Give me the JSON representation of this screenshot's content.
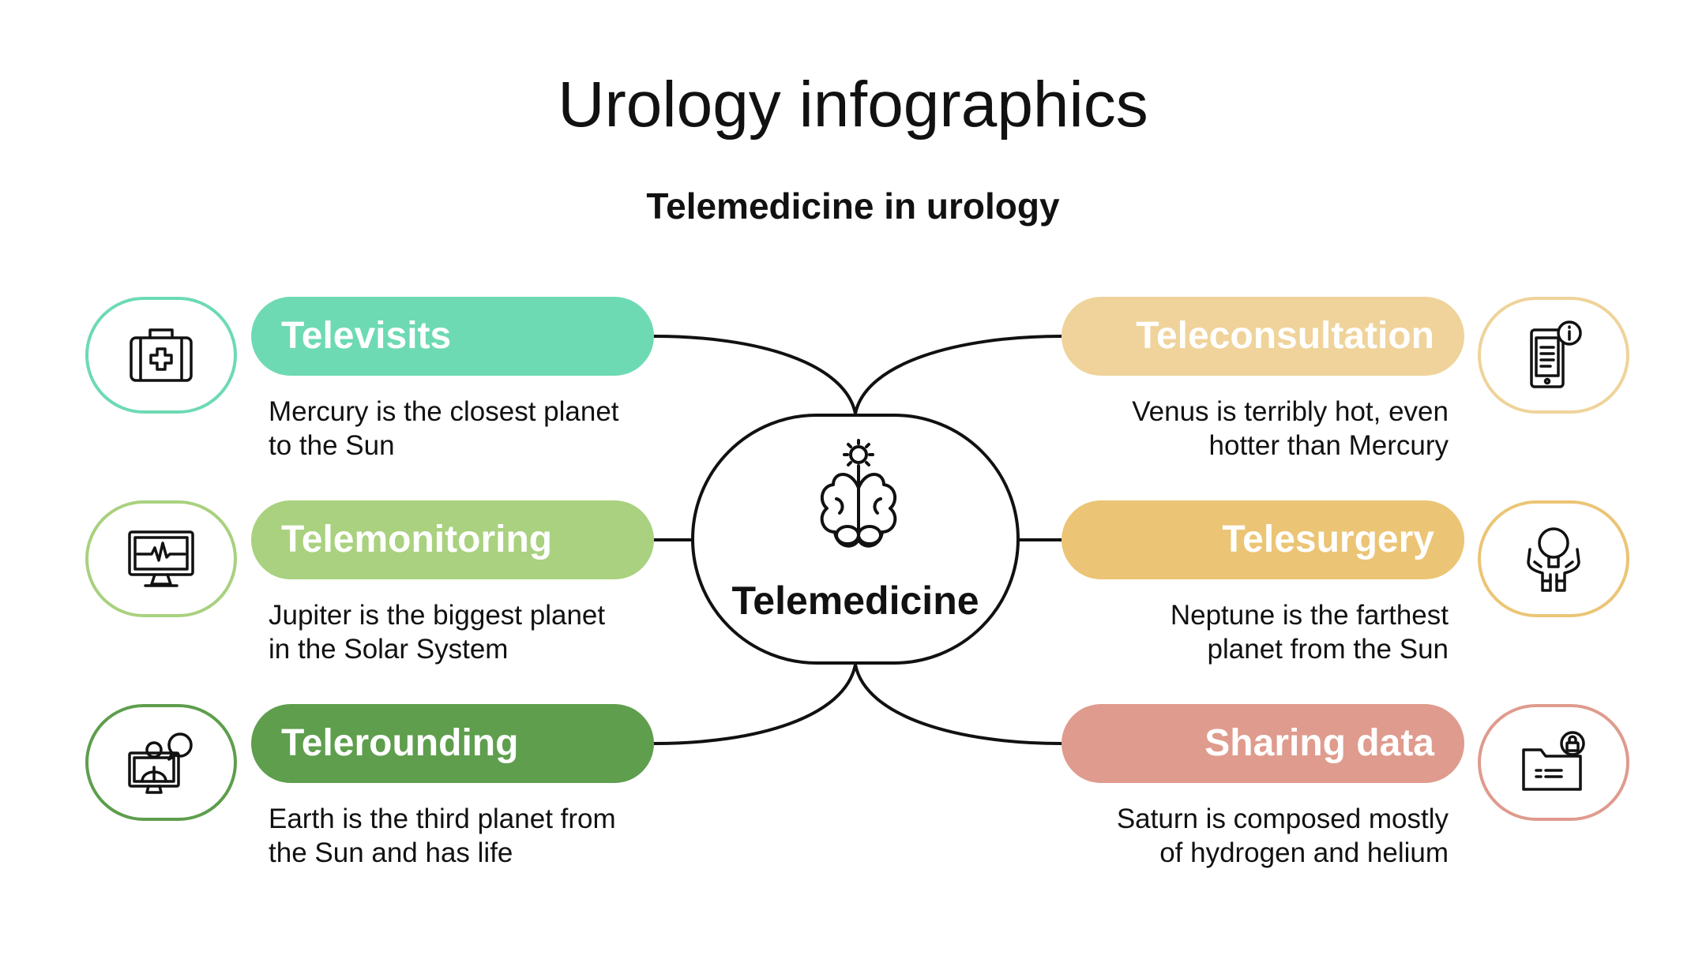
{
  "title": "Urology infographics",
  "subtitle": "Telemedicine in urology",
  "center": {
    "label": "Telemedicine",
    "icon": "brain-gear-icon"
  },
  "items": [
    {
      "label": "Televisits",
      "lines": [
        "Mercury is the closest planet",
        "to the Sun"
      ],
      "color": "#6DDAB3",
      "icon": "first-aid-kit-icon"
    },
    {
      "label": "Telemonitoring",
      "lines": [
        "Jupiter is the biggest planet",
        "in the Solar System"
      ],
      "color": "#A9D17F",
      "icon": "heart-monitor-icon"
    },
    {
      "label": "Telerounding",
      "lines": [
        "Earth is the third planet from",
        "the Sun and has life"
      ],
      "color": "#5E9E4D",
      "icon": "doctor-video-call-icon"
    },
    {
      "label": "Teleconsultation",
      "lines": [
        "Venus is terribly hot, even",
        "hotter than Mercury"
      ],
      "color": "#EFD39A",
      "icon": "mobile-info-icon"
    },
    {
      "label": "Telesurgery",
      "lines": [
        "Neptune is the farthest",
        "planet from the Sun"
      ],
      "color": "#EBC575",
      "icon": "hands-lightbulb-icon"
    },
    {
      "label": "Sharing data",
      "lines": [
        "Saturn is composed mostly",
        "of hydrogen and helium"
      ],
      "color": "#DF9B8D",
      "icon": "locked-folder-icon"
    }
  ]
}
